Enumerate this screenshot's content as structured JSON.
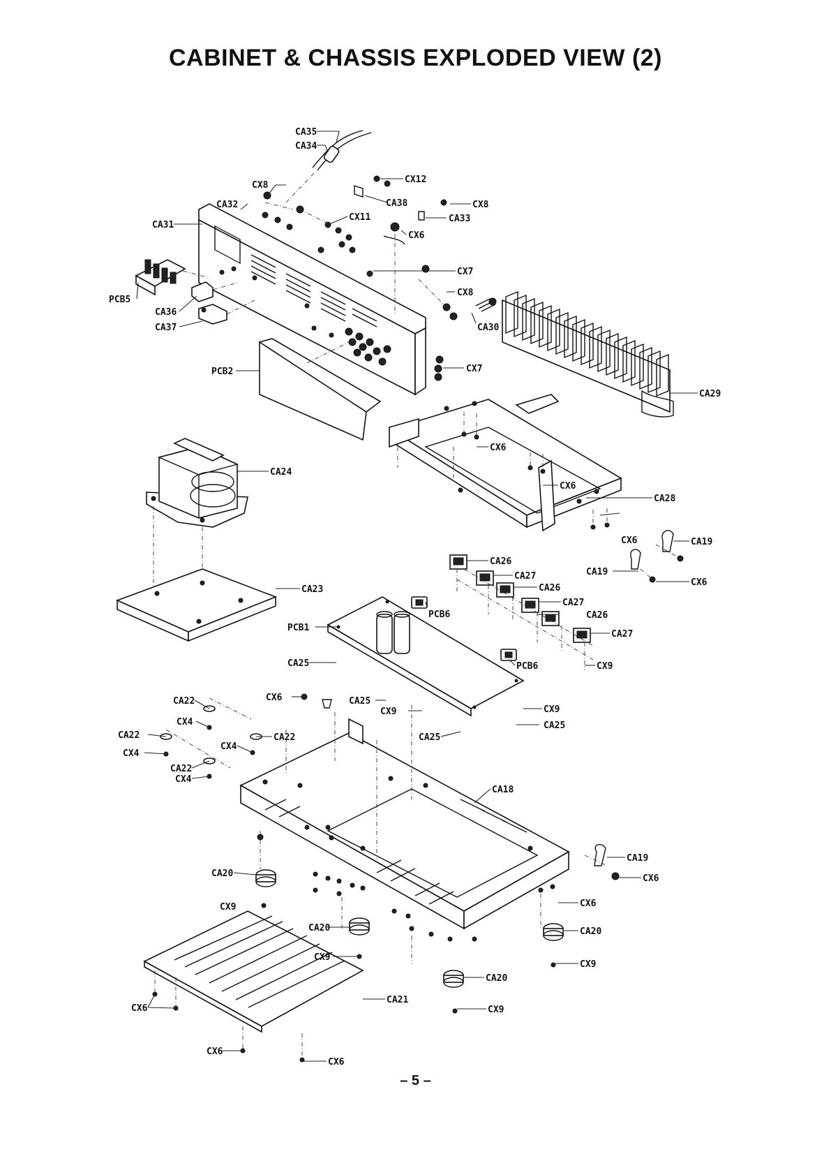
{
  "title": "CABINET & CHASSIS EXPLODED VIEW (2)",
  "page_number": "– 5 –",
  "labels": {
    "ca35": "CA35",
    "ca34": "CA34",
    "cx12": "CX12",
    "cx8_a": "CX8",
    "ca38": "CA38",
    "cx8_b": "CX8",
    "ca33": "CA33",
    "ca32": "CA32",
    "cx11": "CX11",
    "ca31": "CA31",
    "cx6_a": "CX6",
    "cx7_a": "CX7",
    "cx8_c": "CX8",
    "pcb5": "PCB5",
    "ca36": "CA36",
    "ca37": "CA37",
    "ca30": "CA30",
    "cx7_b": "CX7",
    "pcb2": "PCB2",
    "ca29": "CA29",
    "ca24": "CA24",
    "cx6_b": "CX6",
    "cx6_c": "CX6",
    "ca28": "CA28",
    "cx6_d": "CX6",
    "ca19_a": "CA19",
    "ca26_a": "CA26",
    "ca19_b": "CA19",
    "ca27_a": "CA27",
    "cx6_e": "CX6",
    "ca26_b": "CA26",
    "ca23": "CA23",
    "ca27_b": "CA27",
    "pcb6_a": "PCB6",
    "ca26_c": "CA26",
    "pcb1": "PCB1",
    "ca27_c": "CA27",
    "ca25_a": "CA25",
    "pcb6_b": "PCB6",
    "cx9_a": "CX9",
    "cx6_f": "CX6",
    "ca22_a": "CA22",
    "ca25_b": "CA25",
    "cx9_b": "CX9",
    "cx9_c": "CX9",
    "cx4_a": "CX4",
    "ca25_c": "CA25",
    "ca22_b": "CA22",
    "ca22_c": "CA22",
    "cx4_b": "CX4",
    "ca25_d": "CA25",
    "cx4_c": "CX4",
    "ca22_d": "CA22",
    "cx4_d": "CX4",
    "ca18": "CA18",
    "ca19_c": "CA19",
    "ca20_a": "CA20",
    "cx6_g": "CX6",
    "cx9_d": "CX9",
    "cx6_h": "CX6",
    "ca20_b": "CA20",
    "ca20_c": "CA20",
    "cx9_e": "CX9",
    "cx9_f": "CX9",
    "ca20_d": "CA20",
    "ca21": "CA21",
    "cx6_i": "CX6",
    "cx9_g": "CX9",
    "cx6_j": "CX6",
    "cx6_k": "CX6"
  }
}
